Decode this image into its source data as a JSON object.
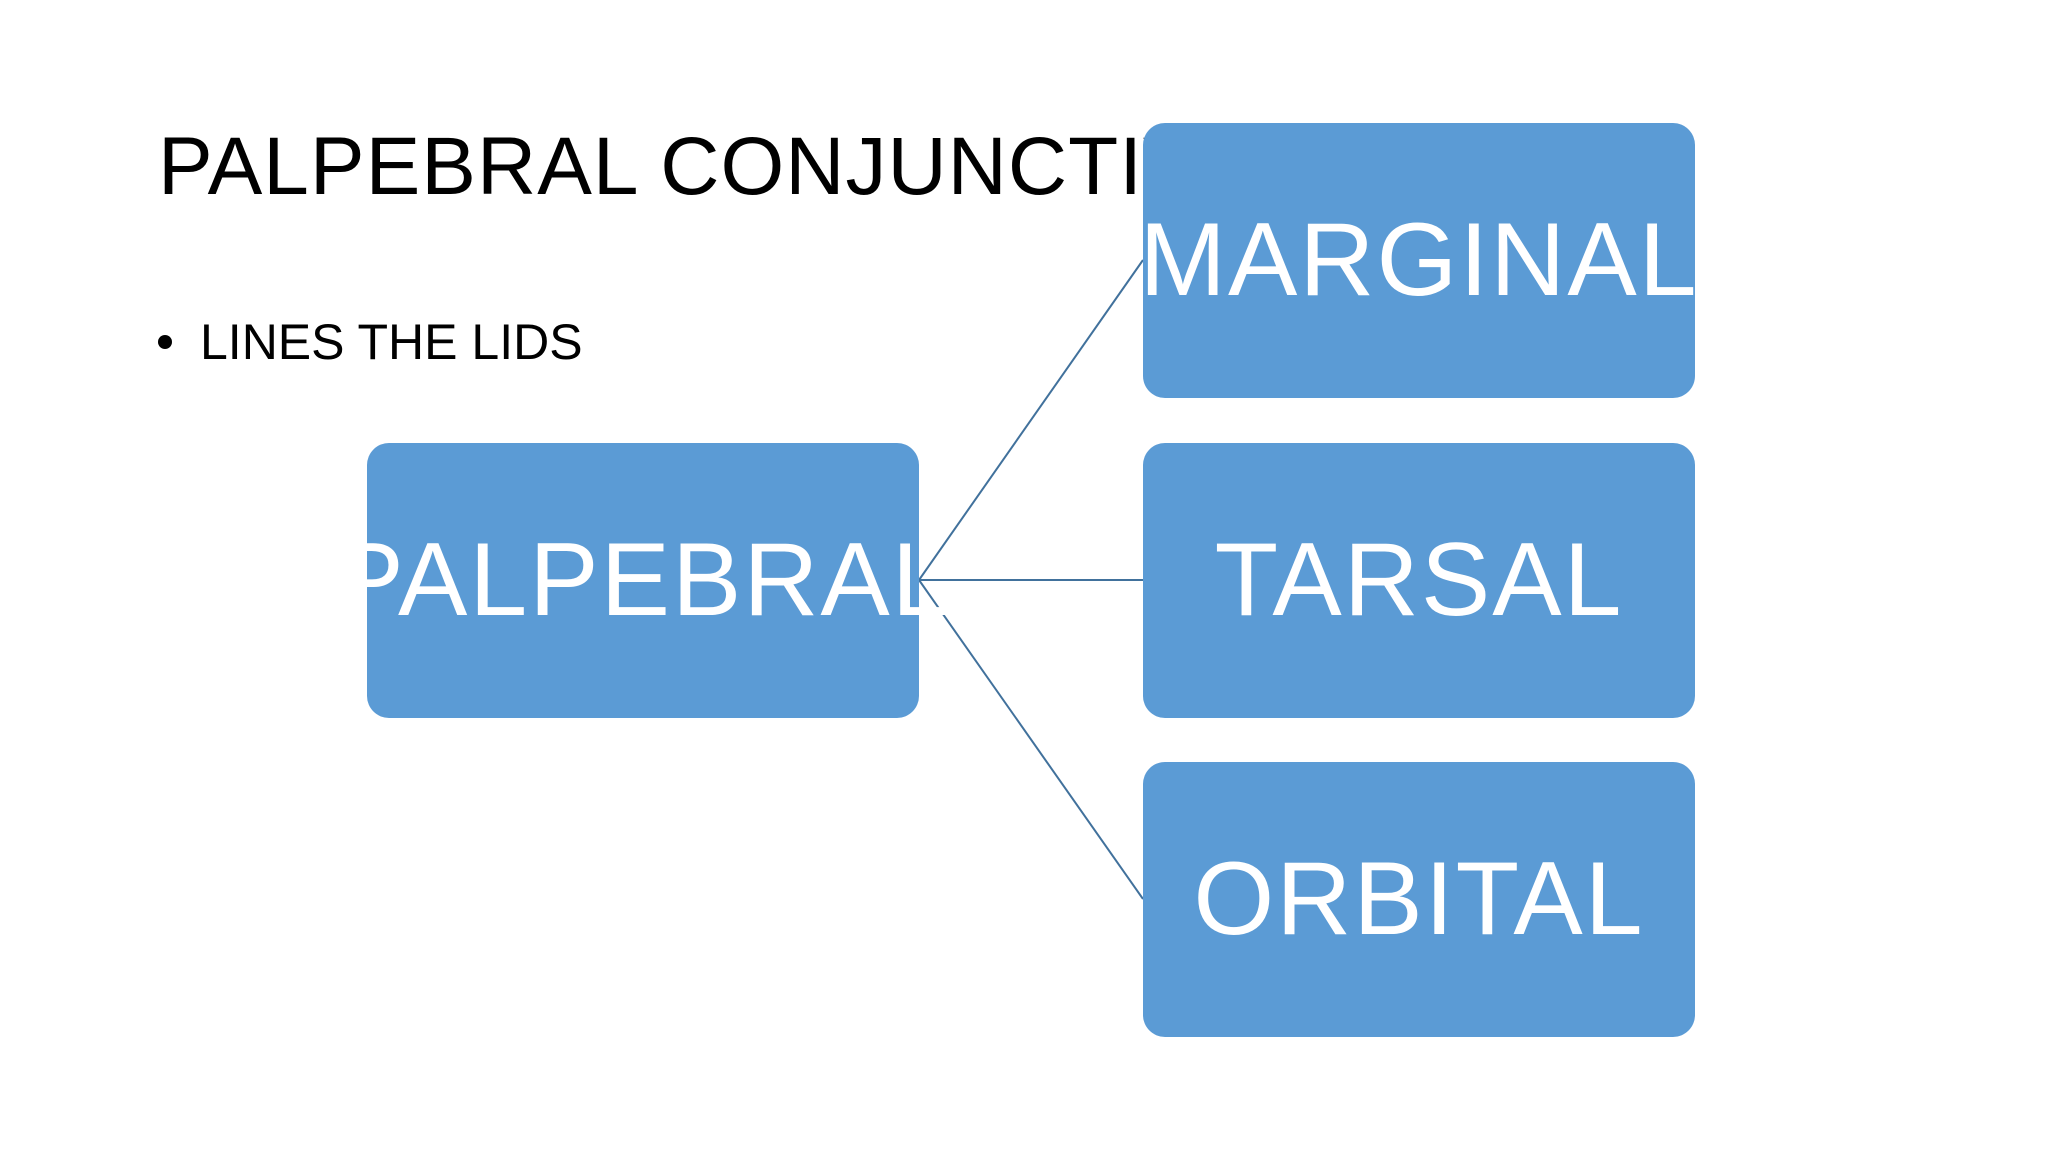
{
  "slide": {
    "title": "PALPEBRAL CONJUNCTIVA",
    "bullets": [
      "LINES THE LIDS"
    ]
  },
  "diagram": {
    "root": {
      "label": "PALPEBRAL"
    },
    "children": [
      {
        "label": "MARGINAL"
      },
      {
        "label": "TARSAL"
      },
      {
        "label": "ORBITAL"
      }
    ]
  },
  "colors": {
    "box_fill": "#5b9bd5",
    "box_text": "#ffffff",
    "connector": "#41719c",
    "text": "#000000",
    "background": "#ffffff"
  }
}
